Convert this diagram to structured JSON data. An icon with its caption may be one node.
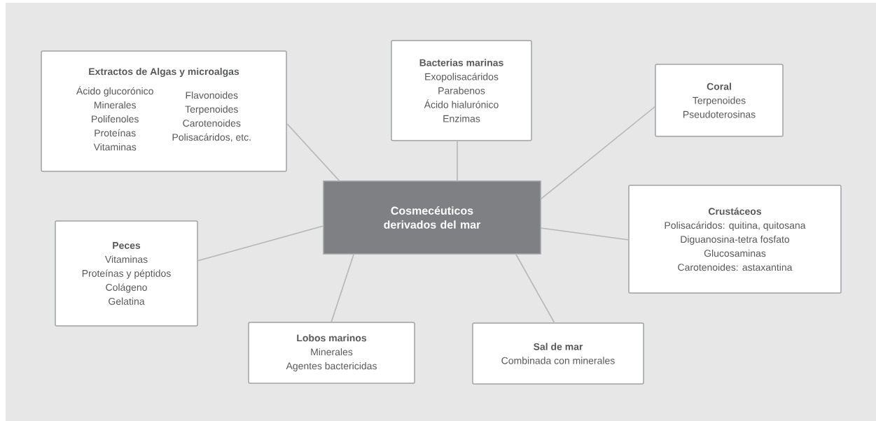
{
  "diagram": {
    "nodes": [
      {
        "text": [
          "Extractos de Algas y microalgas",
          "Ácido glucorónico",
          "Minerales",
          "Polifenoles",
          "Proteínas",
          "Vitaminas",
          "Flavonoides",
          "Terpenoides",
          "Carotenoides",
          "Polisacáridos, etc."
        ]
      },
      {
        "text": [
          "Bacterias marinas",
          "Exopolisacáridos",
          "Parabenos",
          "Ácido hialurónico",
          "Enzimas"
        ]
      },
      {
        "text": [
          "Coral",
          "Terpenoides",
          "Pseudoterosinas"
        ]
      },
      {
        "text": [
          "Cosmecéuticos derivados del mar"
        ]
      },
      {
        "text": [
          "Crustáceos",
          "Polisacáridos: quitina, quitosana",
          "Diguanosina-tetra fosfato",
          "Glucosaminas",
          "Carotenoides: astaxantina"
        ]
      },
      {
        "text": [
          "Peces",
          "Vitaminas",
          "Proteínas y péptidos",
          "Colágeno",
          "Gelatina"
        ]
      },
      {
        "text": [
          "Lobos marinos",
          "Minerales",
          "Agentes bactericidas"
        ]
      },
      {
        "text": [
          "Sal de mar",
          "Combinada con minerales"
        ]
      }
    ],
    "edges": [
      {
        "from": 3,
        "to": 0,
        "arrow": "none"
      },
      {
        "from": 3,
        "to": 1,
        "arrow": "none"
      },
      {
        "from": 3,
        "to": 2,
        "arrow": "none"
      },
      {
        "from": 3,
        "to": 4,
        "arrow": "none"
      },
      {
        "from": 3,
        "to": 5,
        "arrow": "none"
      },
      {
        "from": 3,
        "to": 6,
        "arrow": "none"
      },
      {
        "from": 3,
        "to": 7,
        "arrow": "none"
      }
    ]
  }
}
